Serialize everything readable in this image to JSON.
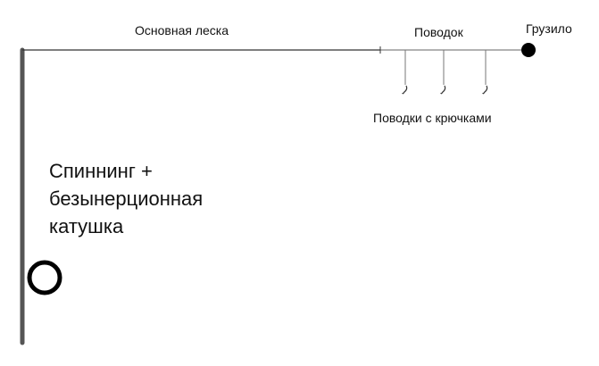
{
  "labels": {
    "main_line": "Основная леска",
    "leader": "Поводок",
    "sinker": "Грузило",
    "hook_leaders": "Поводки с крючками",
    "rod_reel": [
      "Спиннинг +",
      "безынерционная",
      "катушка"
    ]
  },
  "colors": {
    "rod": "#555555",
    "line": "#444444",
    "ink": "#000000"
  }
}
